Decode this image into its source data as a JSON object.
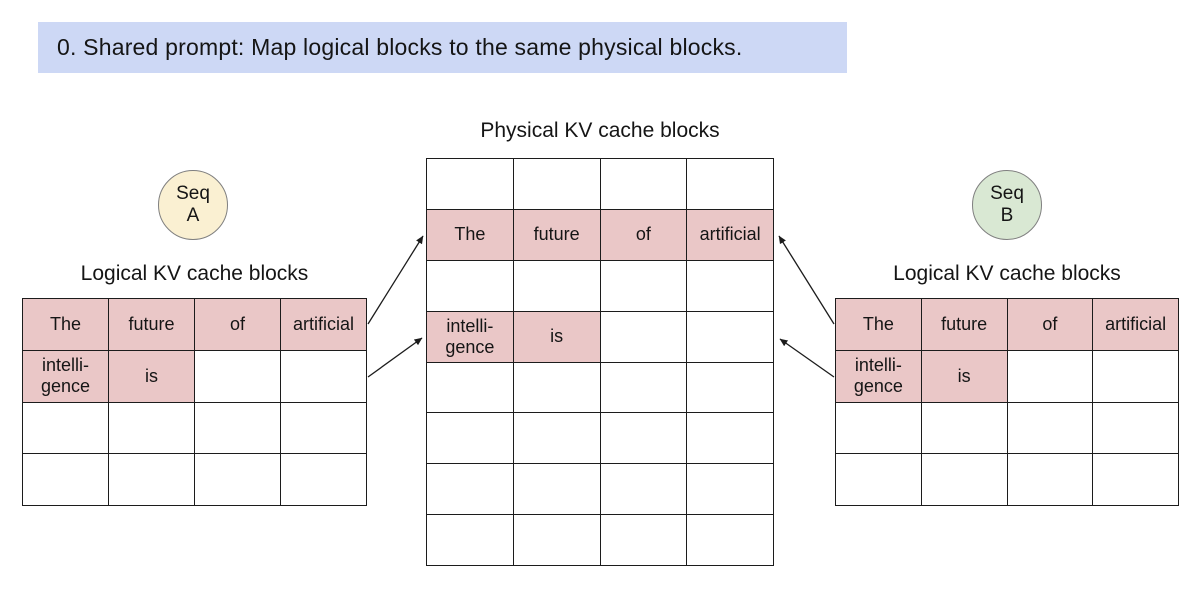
{
  "banner": {
    "text": "0. Shared prompt: Map logical blocks to the same physical blocks."
  },
  "colors": {
    "banner_bg": "#cdd8f5",
    "highlight_pink": "#eac7c7",
    "seq_a_fill": "#faf0d2",
    "seq_b_fill": "#d9e8d3",
    "line": "#1c1c1c"
  },
  "physical": {
    "title": "Physical KV cache blocks",
    "rows": [
      [
        {
          "text": "",
          "highlight": false
        },
        {
          "text": "",
          "highlight": false
        },
        {
          "text": "",
          "highlight": false
        },
        {
          "text": "",
          "highlight": false
        }
      ],
      [
        {
          "text": "The",
          "highlight": true
        },
        {
          "text": "future",
          "highlight": true
        },
        {
          "text": "of",
          "highlight": true
        },
        {
          "text": "artificial",
          "highlight": true
        }
      ],
      [
        {
          "text": "",
          "highlight": false
        },
        {
          "text": "",
          "highlight": false
        },
        {
          "text": "",
          "highlight": false
        },
        {
          "text": "",
          "highlight": false
        }
      ],
      [
        {
          "text": "intelli-\ngence",
          "highlight": true
        },
        {
          "text": "is",
          "highlight": true
        },
        {
          "text": "",
          "highlight": false
        },
        {
          "text": "",
          "highlight": false
        }
      ],
      [
        {
          "text": "",
          "highlight": false
        },
        {
          "text": "",
          "highlight": false
        },
        {
          "text": "",
          "highlight": false
        },
        {
          "text": "",
          "highlight": false
        }
      ],
      [
        {
          "text": "",
          "highlight": false
        },
        {
          "text": "",
          "highlight": false
        },
        {
          "text": "",
          "highlight": false
        },
        {
          "text": "",
          "highlight": false
        }
      ],
      [
        {
          "text": "",
          "highlight": false
        },
        {
          "text": "",
          "highlight": false
        },
        {
          "text": "",
          "highlight": false
        },
        {
          "text": "",
          "highlight": false
        }
      ],
      [
        {
          "text": "",
          "highlight": false
        },
        {
          "text": "",
          "highlight": false
        },
        {
          "text": "",
          "highlight": false
        },
        {
          "text": "",
          "highlight": false
        }
      ]
    ]
  },
  "sequence_a": {
    "badge_line1": "Seq",
    "badge_line2": "A",
    "table_title": "Logical KV cache blocks",
    "rows": [
      [
        {
          "text": "The",
          "highlight": true
        },
        {
          "text": "future",
          "highlight": true
        },
        {
          "text": "of",
          "highlight": true
        },
        {
          "text": "artificial",
          "highlight": true
        }
      ],
      [
        {
          "text": "intelli-\ngence",
          "highlight": true
        },
        {
          "text": "is",
          "highlight": true
        },
        {
          "text": "",
          "highlight": false
        },
        {
          "text": "",
          "highlight": false
        }
      ],
      [
        {
          "text": "",
          "highlight": false
        },
        {
          "text": "",
          "highlight": false
        },
        {
          "text": "",
          "highlight": false
        },
        {
          "text": "",
          "highlight": false
        }
      ],
      [
        {
          "text": "",
          "highlight": false
        },
        {
          "text": "",
          "highlight": false
        },
        {
          "text": "",
          "highlight": false
        },
        {
          "text": "",
          "highlight": false
        }
      ]
    ]
  },
  "sequence_b": {
    "badge_line1": "Seq",
    "badge_line2": "B",
    "table_title": "Logical KV cache blocks",
    "rows": [
      [
        {
          "text": "The",
          "highlight": true
        },
        {
          "text": "future",
          "highlight": true
        },
        {
          "text": "of",
          "highlight": true
        },
        {
          "text": "artificial",
          "highlight": true
        }
      ],
      [
        {
          "text": "intelli-\ngence",
          "highlight": true
        },
        {
          "text": "is",
          "highlight": true
        },
        {
          "text": "",
          "highlight": false
        },
        {
          "text": "",
          "highlight": false
        }
      ],
      [
        {
          "text": "",
          "highlight": false
        },
        {
          "text": "",
          "highlight": false
        },
        {
          "text": "",
          "highlight": false
        },
        {
          "text": "",
          "highlight": false
        }
      ],
      [
        {
          "text": "",
          "highlight": false
        },
        {
          "text": "",
          "highlight": false
        },
        {
          "text": "",
          "highlight": false
        },
        {
          "text": "",
          "highlight": false
        }
      ]
    ]
  }
}
